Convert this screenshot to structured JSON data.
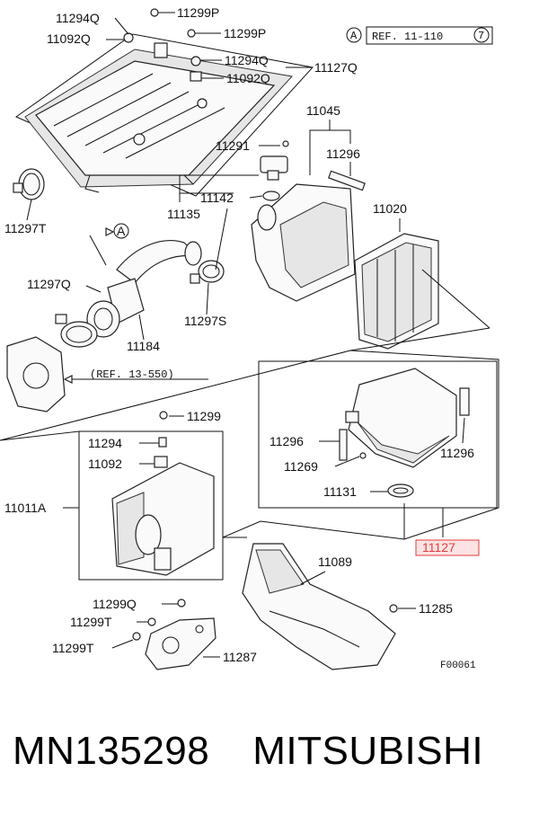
{
  "callouts": {
    "c1": "11294Q",
    "c2": "11299P",
    "c3": "11092Q",
    "c4": "11299P",
    "c5": "11294Q",
    "c6": "11127Q",
    "c7": "11092Q",
    "c8": "11045",
    "c9": "11291",
    "c10": "11296",
    "c11": "11020",
    "c12": "11135",
    "c13": "11142",
    "c14": "11297T",
    "c15": "11297Q",
    "c16": "11297S",
    "c17": "11184",
    "c18": "11299",
    "c19": "11294",
    "c20": "11092",
    "c21": "11011A",
    "c22": "11296",
    "c23": "11296",
    "c24": "11269",
    "c25": "11131",
    "c26": "11127",
    "c27": "11089",
    "c28": "11285",
    "c29": "11299Q",
    "c30": "11299T",
    "c31": "11299T",
    "c32": "11287"
  },
  "refs": {
    "ref_top_circle": "A",
    "ref_top_text": "REF. 11-110",
    "ref_top_num": "7",
    "ref_mid": "(REF. 13-550)",
    "marker_a": "A"
  },
  "figure_code": "F00061",
  "footer": {
    "part_number": "MN135298",
    "brand": "MITSUBISHI"
  },
  "colors": {
    "highlight": "#e23b3b",
    "highlight_fill": "#fde3e3",
    "ink": "#111111"
  }
}
